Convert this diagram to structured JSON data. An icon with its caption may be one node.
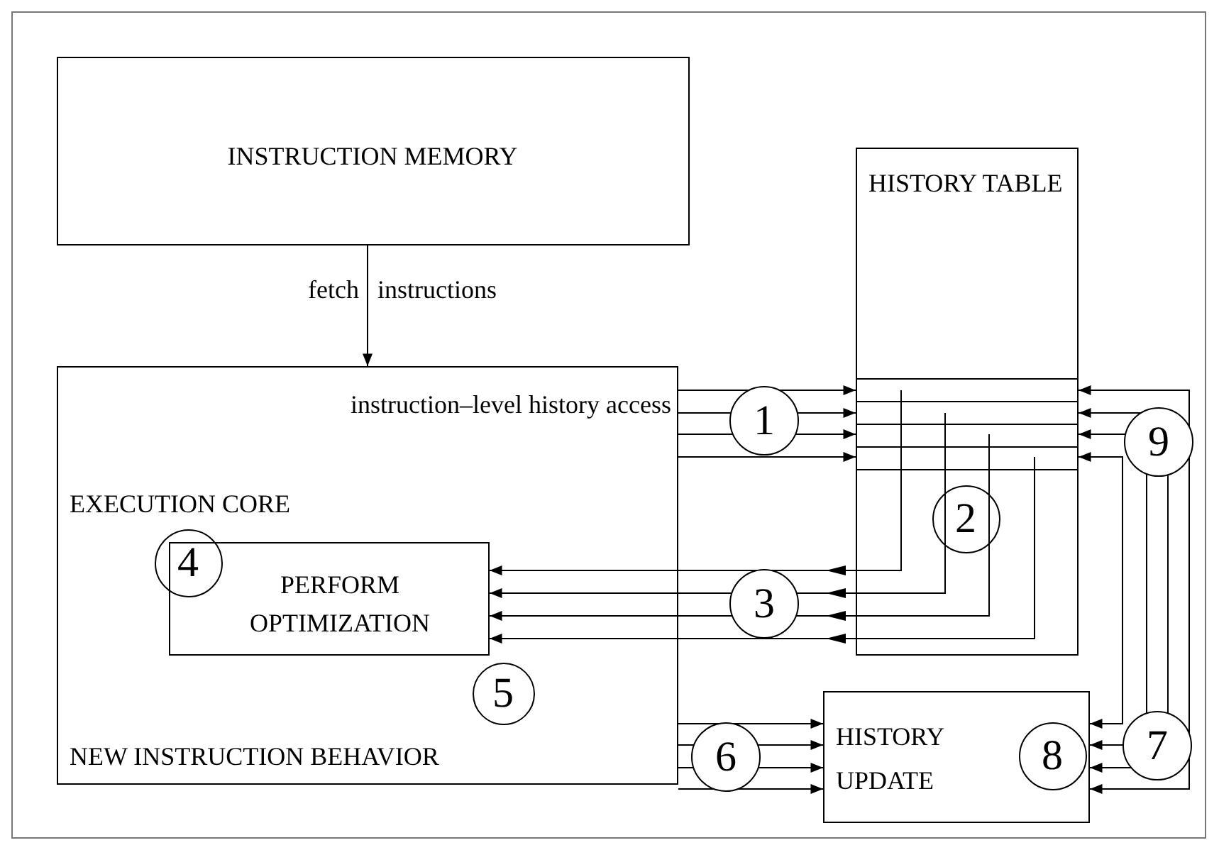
{
  "diagram": {
    "nodes": [
      {
        "text": [
          "INSTRUCTION MEMORY"
        ]
      },
      {
        "text": [
          "instruction–level history access",
          "EXECUTION CORE",
          "NEW INSTRUCTION BEHAVIOR"
        ]
      },
      {
        "text": [
          "PERFORM OPTIMIZATION"
        ],
        "in": 1
      },
      {
        "text": [
          "4"
        ],
        "in": 1
      },
      {
        "text": [
          "5"
        ],
        "in": 1
      },
      {
        "text": [
          "HISTORY TABLE"
        ]
      },
      {
        "text": [
          "2"
        ],
        "in": 5
      },
      {
        "text": [
          "HISTORY UPDATE"
        ]
      },
      {
        "text": [
          "8"
        ],
        "in": 7
      }
    ],
    "edges": [
      {
        "from": 0,
        "to": 1,
        "arrow": "to"
      },
      {
        "from": 1,
        "to": 5,
        "arrow": "to"
      },
      {
        "from": 1,
        "to": 5,
        "arrow": "to"
      },
      {
        "from": 1,
        "to": 5,
        "arrow": "to"
      },
      {
        "from": 1,
        "to": 5,
        "arrow": "to"
      },
      {
        "from": 5,
        "to": 2,
        "arrow": "to"
      },
      {
        "from": 5,
        "to": 2,
        "arrow": "to"
      },
      {
        "from": 5,
        "to": 2,
        "arrow": "to"
      },
      {
        "from": 5,
        "to": 2,
        "arrow": "to"
      },
      {
        "from": 1,
        "to": 7,
        "arrow": "to"
      },
      {
        "from": 1,
        "to": 7,
        "arrow": "to"
      },
      {
        "from": 1,
        "to": 7,
        "arrow": "to"
      },
      {
        "from": 1,
        "to": 7,
        "arrow": "to"
      },
      {
        "from": 5,
        "to": 7,
        "arrow": "both"
      },
      {
        "from": 5,
        "to": 7,
        "arrow": "both"
      },
      {
        "from": 5,
        "to": 7,
        "arrow": "both"
      },
      {
        "from": 5,
        "to": 7,
        "arrow": "both"
      }
    ],
    "labels": [
      "fetch",
      "instructions",
      "1",
      "9",
      "3",
      "6",
      "7"
    ]
  }
}
